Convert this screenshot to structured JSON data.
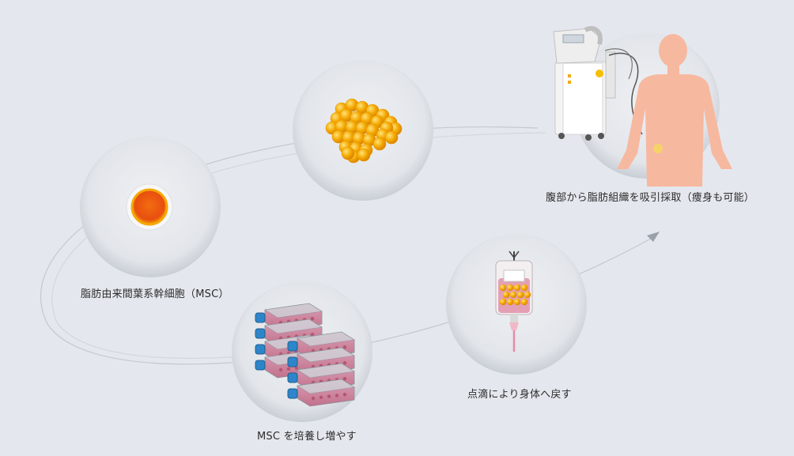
{
  "steps": {
    "harvest": {
      "label": "腹部から脂肪組織を吸引採取（痩身も可能）"
    },
    "isolate": {
      "label": "脂肪由来間葉系幹細胞（MSC）"
    },
    "culture": {
      "label": "MSC を培養し増やす"
    },
    "infuse": {
      "label": "点滴により身体へ戻す"
    }
  },
  "colors": {
    "background": "#e4e8ee",
    "bubble": "#e6e9ed",
    "fat": "#f5a800",
    "cell_core": "#e84e10",
    "body_skin": "#f7b8a0",
    "culture_medium": "#d98aa0",
    "flask_cap": "#2e86c8",
    "path_line": "#c4c9cf"
  },
  "icons": [
    "fat-cluster-icon",
    "stem-cell-icon",
    "liposuction-machine-icon",
    "human-body-icon",
    "culture-flasks-icon",
    "iv-bag-icon",
    "arrow-head-icon"
  ]
}
